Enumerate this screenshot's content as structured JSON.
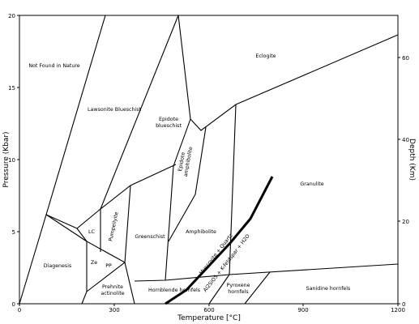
{
  "axes": {
    "x": {
      "label": "Temperature [°C]",
      "ticks": [
        "0",
        "300",
        "600",
        "900",
        "1200"
      ]
    },
    "y_left": {
      "label": "Pressure (Kbar)",
      "ticks": [
        "0",
        "5",
        "10",
        "15",
        "20"
      ]
    },
    "y_right": {
      "label": "Depth (Km)",
      "ticks": [
        "0",
        "20",
        "40",
        "60"
      ]
    }
  },
  "facies": {
    "not_found": "Not Found in Nature",
    "eclogite": "Eclogite",
    "lawsonite_blueschist": "Lawsonite Blueschist",
    "epidote_blueschist_1": "Epidote",
    "epidote_blueschist_2": "blueschist",
    "epidote_amphibolite_1": "Epidote",
    "epidote_amphibolite_2": "amphibolite",
    "granulite": "Granulite",
    "lc": "LC",
    "pumpellyite": "Pumpellyite",
    "greenschist": "Greenschist",
    "amphibolite": "Amphibolite",
    "diagenesis": "Diagenesis",
    "ze": "Ze",
    "pp": "PP",
    "prehnite_1": "Prehnite",
    "prehnite_2": "actinolite",
    "hornblende_hornfels": "Hornblende hornfels",
    "pyroxene_hornfels_1": "Pyroxene",
    "pyroxene_hornfels_2": "hornfels",
    "sanidine_hornfels": "Sanidine hornfels"
  },
  "reaction": {
    "line1": "Muscovite + Quartz",
    "line2": "Al2SiO5 + K-feldspar + H2O"
  }
}
